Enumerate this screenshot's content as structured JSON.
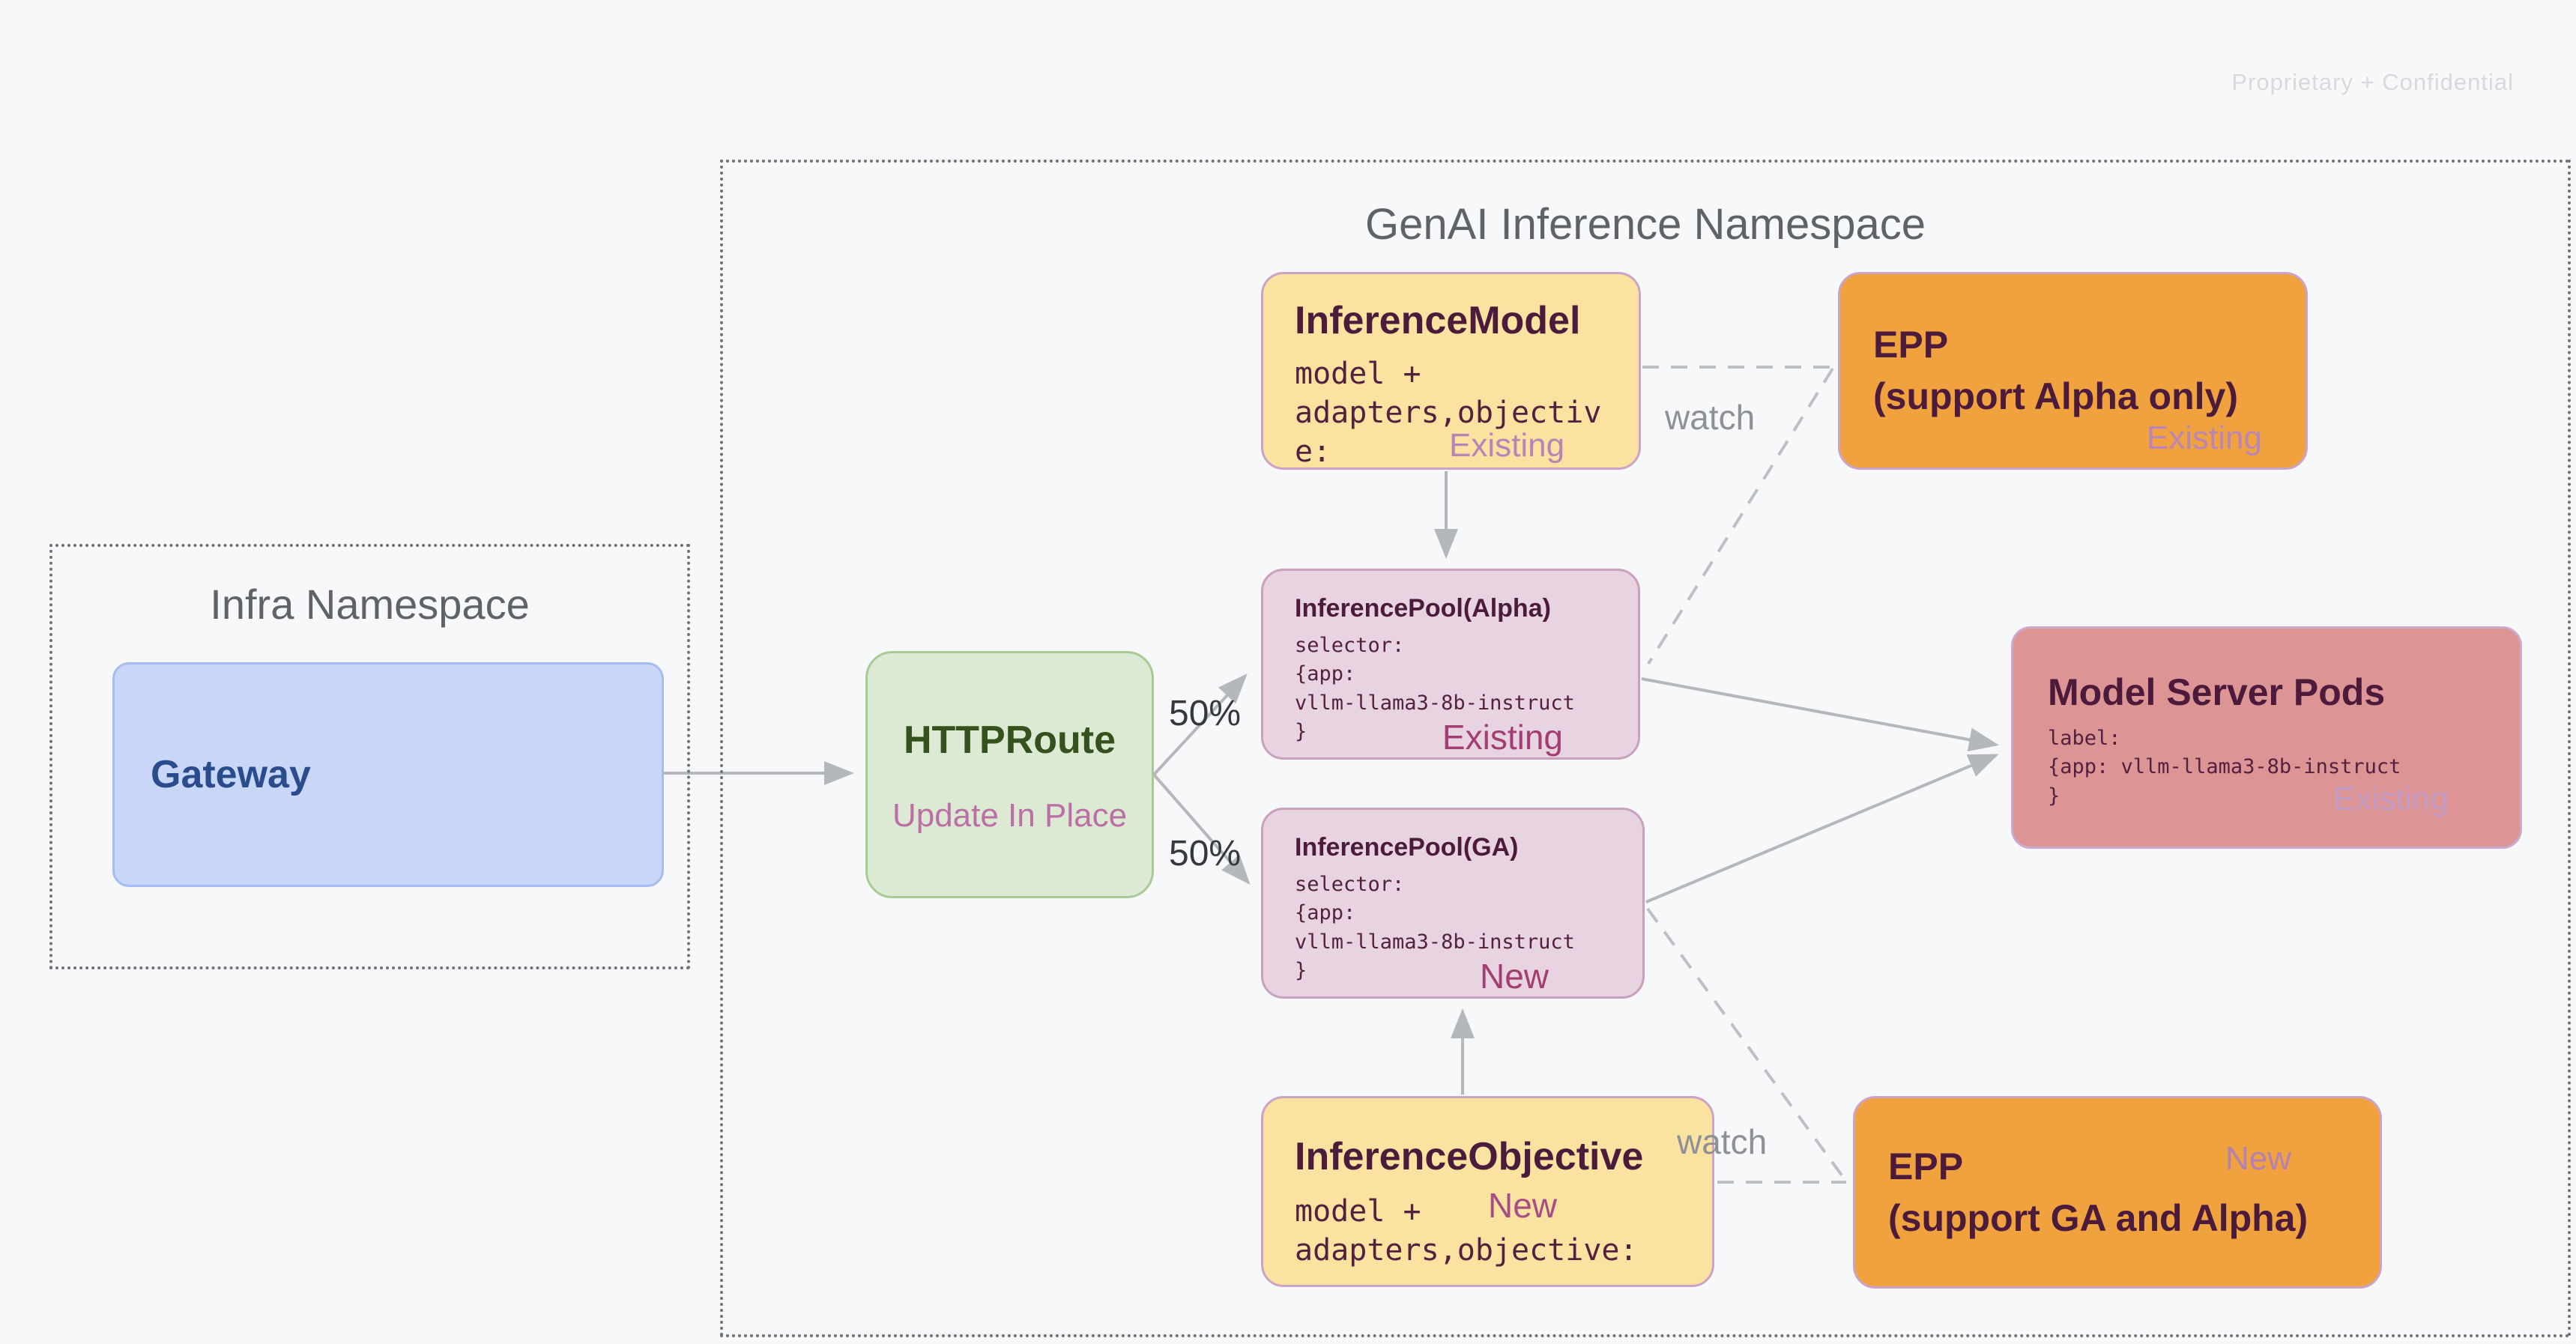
{
  "watermark": "Proprietary + Confidential",
  "namespaces": {
    "infra": {
      "title": "Infra Namespace"
    },
    "genai": {
      "title": "GenAI Inference Namespace"
    }
  },
  "nodes": {
    "gateway": {
      "title": "Gateway"
    },
    "httproute": {
      "title": "HTTPRoute",
      "subtitle": "Update In Place"
    },
    "inference_model": {
      "title": "InferenceModel",
      "code": "model +\nadapters,objectiv\ne:",
      "status": "Existing"
    },
    "epp_alpha": {
      "title": "EPP\n(support Alpha only)",
      "status": "Existing"
    },
    "pool_alpha": {
      "title": "InferencePool(Alpha)",
      "code": "selector:\n{app:\nvllm-llama3-8b-instruct\n}",
      "status": "Existing"
    },
    "pool_ga": {
      "title": "InferencePool(GA)",
      "code": "selector:\n{app:\nvllm-llama3-8b-instruct\n}",
      "status": "New"
    },
    "model_server_pods": {
      "title": "Model Server Pods",
      "code": "label:\n{app: vllm-llama3-8b-instruct\n}",
      "status": "Existing"
    },
    "inference_objective": {
      "title": "InferenceObjective",
      "code": "model +\nadapters,objective:",
      "status": "New"
    },
    "epp_ga": {
      "title": "EPP\n(support GA and Alpha)",
      "status": "New"
    }
  },
  "edges": {
    "split_top_label": "50%",
    "split_bottom_label": "50%",
    "watch_top_label": "watch",
    "watch_bottom_label": "watch"
  },
  "palette": {
    "background": "#F7F8FA",
    "namespace_border": "#6E7276",
    "namespace_title": "#5F6368",
    "gateway_fill": "#C8D7F8",
    "gateway_text": "#2B4C8C",
    "httproute_fill": "#DDEAD3",
    "httproute_text": "#35521D",
    "update_in_place_text": "#BC6FA6",
    "yellow_fill": "#FAE3A0",
    "pool_fill": "#E7D4E0",
    "pods_fill": "#DD9494",
    "epp_fill": "#F0A23F",
    "pink_border": "#CBA3C6",
    "dark_title": "#4C1B3B",
    "status_light_purple": "#B286B6",
    "status_dark_magenta": "#A23E71",
    "edge_gray": "#B4B7BC"
  }
}
